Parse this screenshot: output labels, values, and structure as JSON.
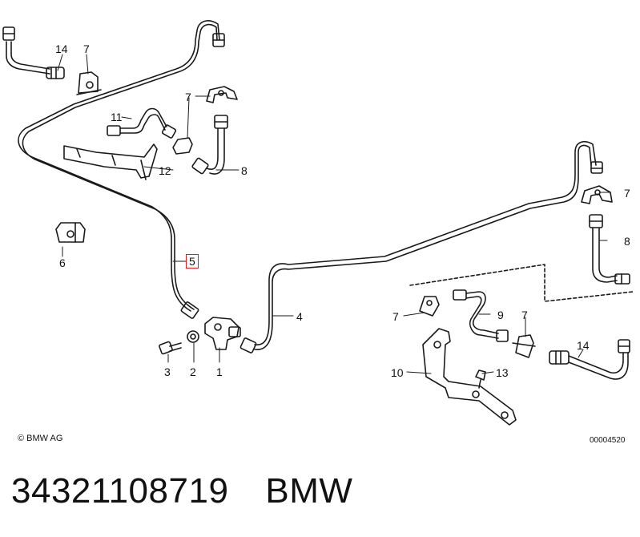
{
  "diagram": {
    "callouts": {
      "c1": "1",
      "c2": "2",
      "c3": "3",
      "c4": "4",
      "c5": "5",
      "c6": "6",
      "c7a": "7",
      "c7b": "7",
      "c7c": "7",
      "c7d": "7",
      "c8a": "8",
      "c8b": "8",
      "c9": "9",
      "c10": "10",
      "c11": "11",
      "c12": "12",
      "c13": "13",
      "c14a": "14",
      "c14b": "14"
    },
    "highlighted_callout": "5",
    "copyright": "© BMW AG",
    "drawing_number": "00004520"
  },
  "caption": {
    "part_number": "34321108719",
    "brand": "BMW"
  },
  "colors": {
    "line": "#1a1a1a",
    "highlight": "#dd2222",
    "background": "#ffffff"
  }
}
